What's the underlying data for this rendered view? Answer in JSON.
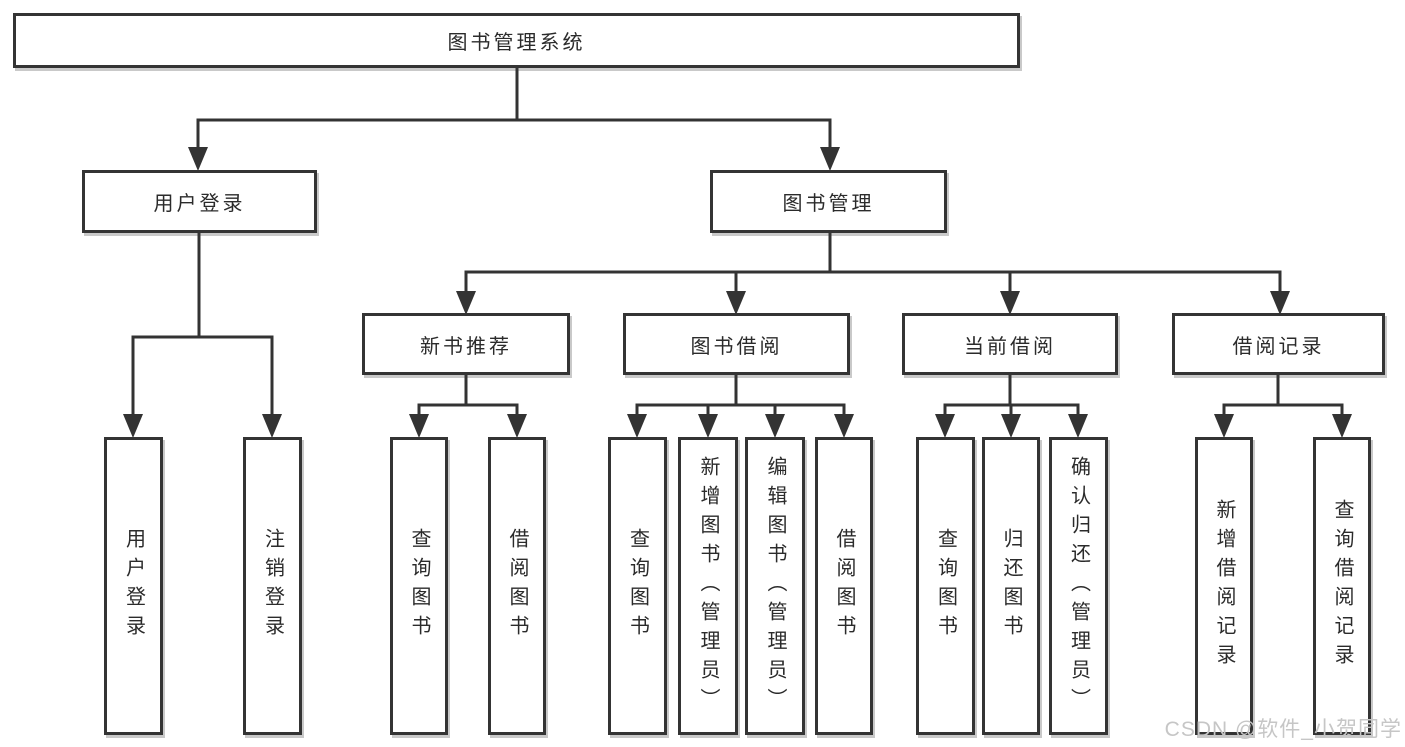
{
  "diagram": {
    "title": "图书管理系统",
    "branches": [
      {
        "label": "用户登录",
        "children": [
          {
            "label": "用户登录"
          },
          {
            "label": "注销登录"
          }
        ]
      },
      {
        "label": "图书管理",
        "children": [
          {
            "label": "新书推荐",
            "children": [
              {
                "label": "查询图书"
              },
              {
                "label": "借阅图书"
              }
            ]
          },
          {
            "label": "图书借阅",
            "children": [
              {
                "label": "查询图书"
              },
              {
                "label": "新增图书（管理员）"
              },
              {
                "label": "编辑图书（管理员）"
              },
              {
                "label": "借阅图书"
              }
            ]
          },
          {
            "label": "当前借阅",
            "children": [
              {
                "label": "查询图书"
              },
              {
                "label": "归还图书"
              },
              {
                "label": "确认归还（管理员）"
              }
            ]
          },
          {
            "label": "借阅记录",
            "children": [
              {
                "label": "新增借阅记录"
              },
              {
                "label": "查询借阅记录"
              }
            ]
          }
        ]
      }
    ]
  },
  "watermark": {
    "text": "CSDN @软件_小贺同学"
  },
  "colors": {
    "line": "#333333",
    "border": "#343434",
    "text": "#2b2b2b",
    "watermark": "#c6c6c6",
    "background": "#ffffff"
  }
}
